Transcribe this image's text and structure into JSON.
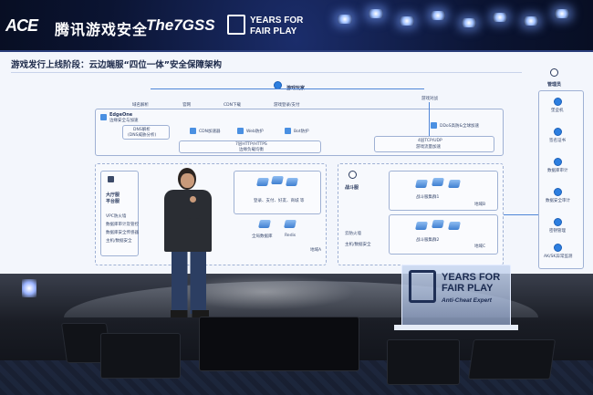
{
  "banner": {
    "logo_acs": "ACE",
    "logo_tencent": "腾讯游戏安全",
    "logo_gsc": "The7GSS",
    "logo_yfp_line1": "YEARS FOR",
    "logo_yfp_line2": "FAIR PLAY"
  },
  "slide": {
    "title": "游戏发行上线阶段：云边端服“四位一体”安全保障架构",
    "top_labels": {
      "game_player": "游戏玩家",
      "admin": "管理员",
      "dns_resolve": "域名解析",
      "official_site": "官网",
      "cdn_download": "CDN下载",
      "game_login_pay": "游戏登录/支付",
      "game_battle": "游戏对战"
    },
    "edge": {
      "edgeone_label": "EdgeOne",
      "edgeone_sub": "边缘安全与加速",
      "dns_box": "DNS解析",
      "dns_box_sub": "(DNS威胁分析)",
      "cdn_accel": "CDN加速器",
      "web_protect": "Web防护",
      "bot_protect": "Bot防护",
      "ddos_protect": "DDoS高防&全球加速",
      "l7_proto": "7层HTTP/HTTPS",
      "l7_sub": "边缘负载均衡",
      "l4_proto": "4层TCP/UDP",
      "l4_sub": "游戏流量加速"
    },
    "left_panel": {
      "lobby": "大厅服",
      "platform": "平台服",
      "vpc_firewall": "VPC防火墙",
      "db_audit": "数据库审计及管控",
      "db_encrypt": "数据库安全传感器",
      "host_security": "主机/数据安全"
    },
    "region_a": {
      "services": "登录、支付、好友、商城 等",
      "db": "全局数据库",
      "redis": "Redis",
      "region_label": "地域A"
    },
    "battle_panel": {
      "battle_server": "战斗服",
      "host_firewall": "云防火墙",
      "host_security": "主机/数据安全"
    },
    "region_b": {
      "cluster": "战斗服集群1",
      "region_label": "地域B"
    },
    "region_c": {
      "cluster": "战斗服集群2",
      "region_label": "地域C"
    },
    "right_col": {
      "items": [
        "堡垒机",
        "签名证书",
        "数据库审计",
        "数据安全审计",
        "密钥管理",
        "AK/SK异常监测"
      ]
    }
  },
  "podium": {
    "line1": "YEARS FOR",
    "line2": "FAIR PLAY",
    "line3": "Anti-Cheat Expert"
  }
}
